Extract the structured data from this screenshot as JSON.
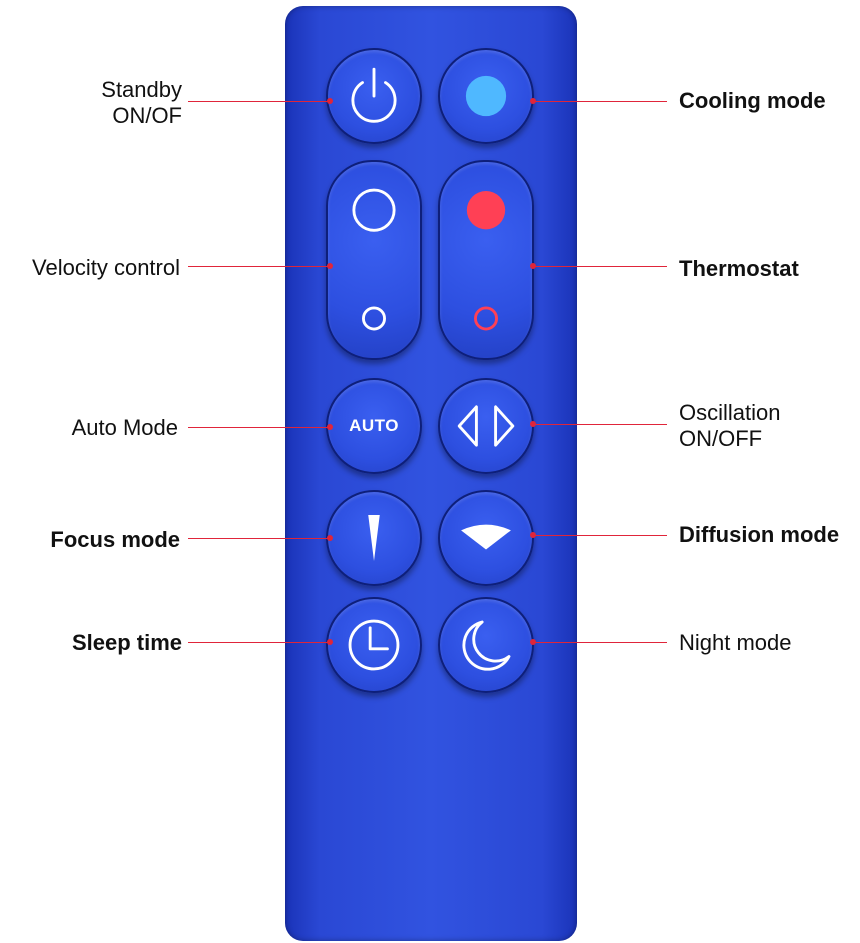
{
  "colors": {
    "remote_body": "#2f52de",
    "leader_line": "#e0253a",
    "cooling_indicator": "#4fb8ff",
    "heating_indicator": "#ff4055",
    "icon_white": "#ffffff"
  },
  "labels": {
    "standby_line1": "Standby",
    "standby_line2": "ON/OF",
    "cooling": "Cooling mode",
    "velocity": "Velocity control",
    "thermostat": "Thermostat",
    "auto": "Auto Mode",
    "oscillation_line1": "Oscillation",
    "oscillation_line2": "ON/OFF",
    "focus": "Focus mode",
    "diffusion": "Diffusion mode",
    "sleep": "Sleep time",
    "night": "Night mode"
  },
  "buttons": {
    "auto_text": "AUTO"
  },
  "icons": {
    "standby": "power-icon",
    "cooling": "blue-dot-icon",
    "velocity": "circle-large-small-icon",
    "thermostat": "red-dot-icon",
    "oscillation": "left-right-arrows-icon",
    "focus": "narrow-beam-icon",
    "diffusion": "wide-beam-icon",
    "sleep": "clock-icon",
    "night": "moon-icon"
  }
}
